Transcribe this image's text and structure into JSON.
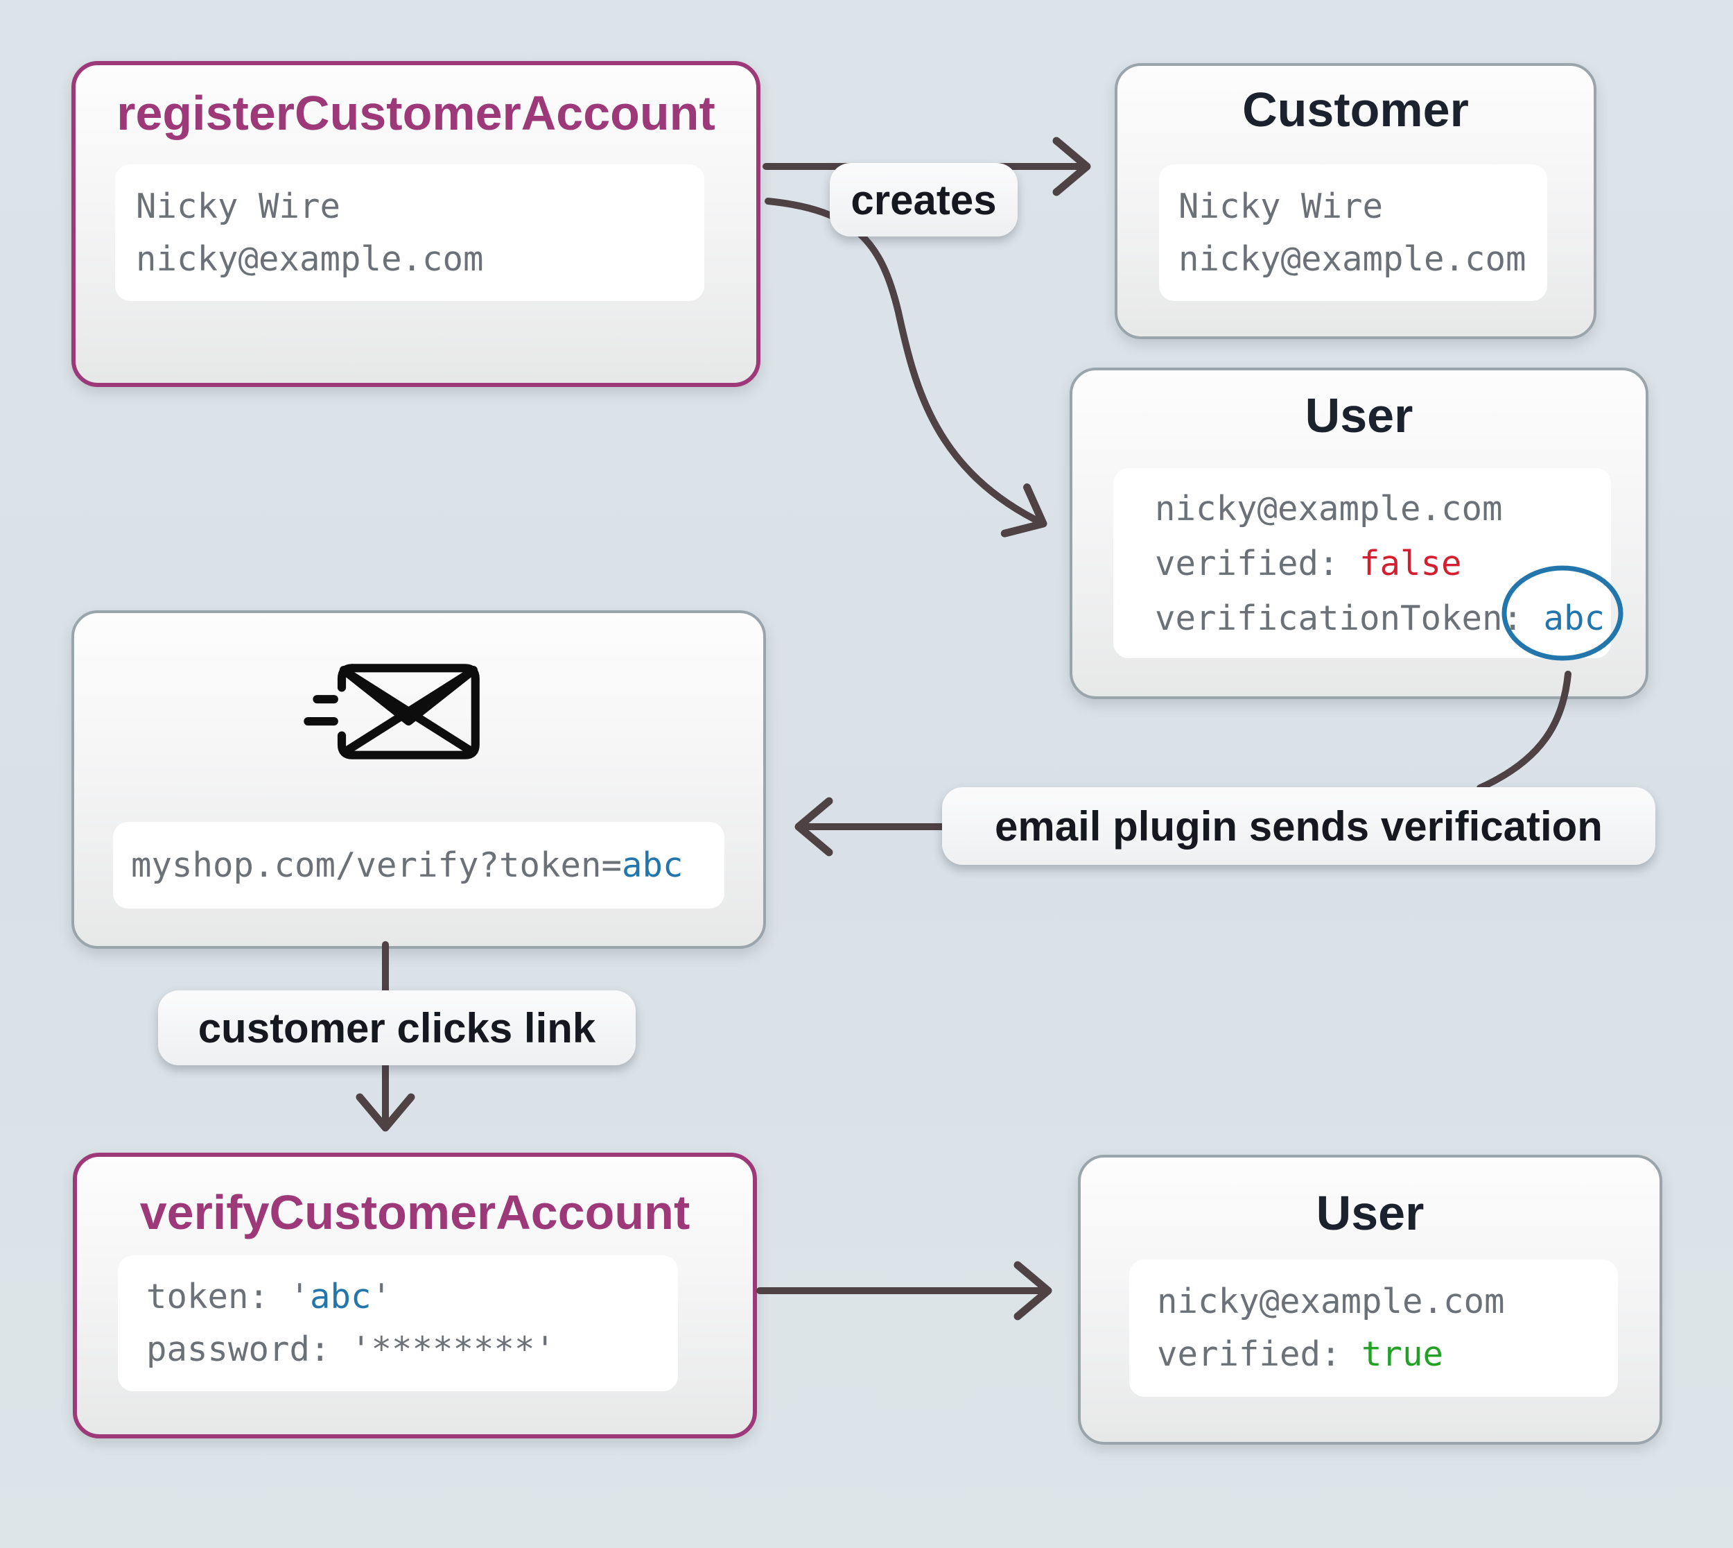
{
  "colors": {
    "background": "#dce3e9",
    "accent_purple": "#9d3978",
    "box_border_gray": "#9aa5ab",
    "title_dark": "#1b222e",
    "mono_gray": "#6b7177",
    "value_red": "#d41f30",
    "value_green": "#23a127",
    "value_blue": "#2376ac",
    "arrow": "#4e4245"
  },
  "nodes": {
    "register": {
      "title": "registerCustomerAccount",
      "name": "Nicky Wire",
      "email": "nicky@example.com"
    },
    "customer": {
      "title": "Customer",
      "name": "Nicky Wire",
      "email": "nicky@example.com"
    },
    "user_unverified": {
      "title": "User",
      "email": "nicky@example.com",
      "verified_label": "verified: ",
      "verified_value": "false",
      "token_label": "verificationToken: ",
      "token_value": "abc"
    },
    "email": {
      "icon": "send-email-icon",
      "url_prefix": "myshop.com/verify?token=",
      "url_token": "abc"
    },
    "verify": {
      "title": "verifyCustomerAccount",
      "token_label": "token: ",
      "quote": "'",
      "token_value": "abc",
      "password_label": "password: ",
      "password_value": "'********'"
    },
    "user_verified": {
      "title": "User",
      "email": "nicky@example.com",
      "verified_label": "verified: ",
      "verified_value": "true"
    }
  },
  "edge_labels": {
    "creates": "creates",
    "email_plugin": "email plugin sends verification",
    "customer_clicks": "customer clicks link"
  }
}
